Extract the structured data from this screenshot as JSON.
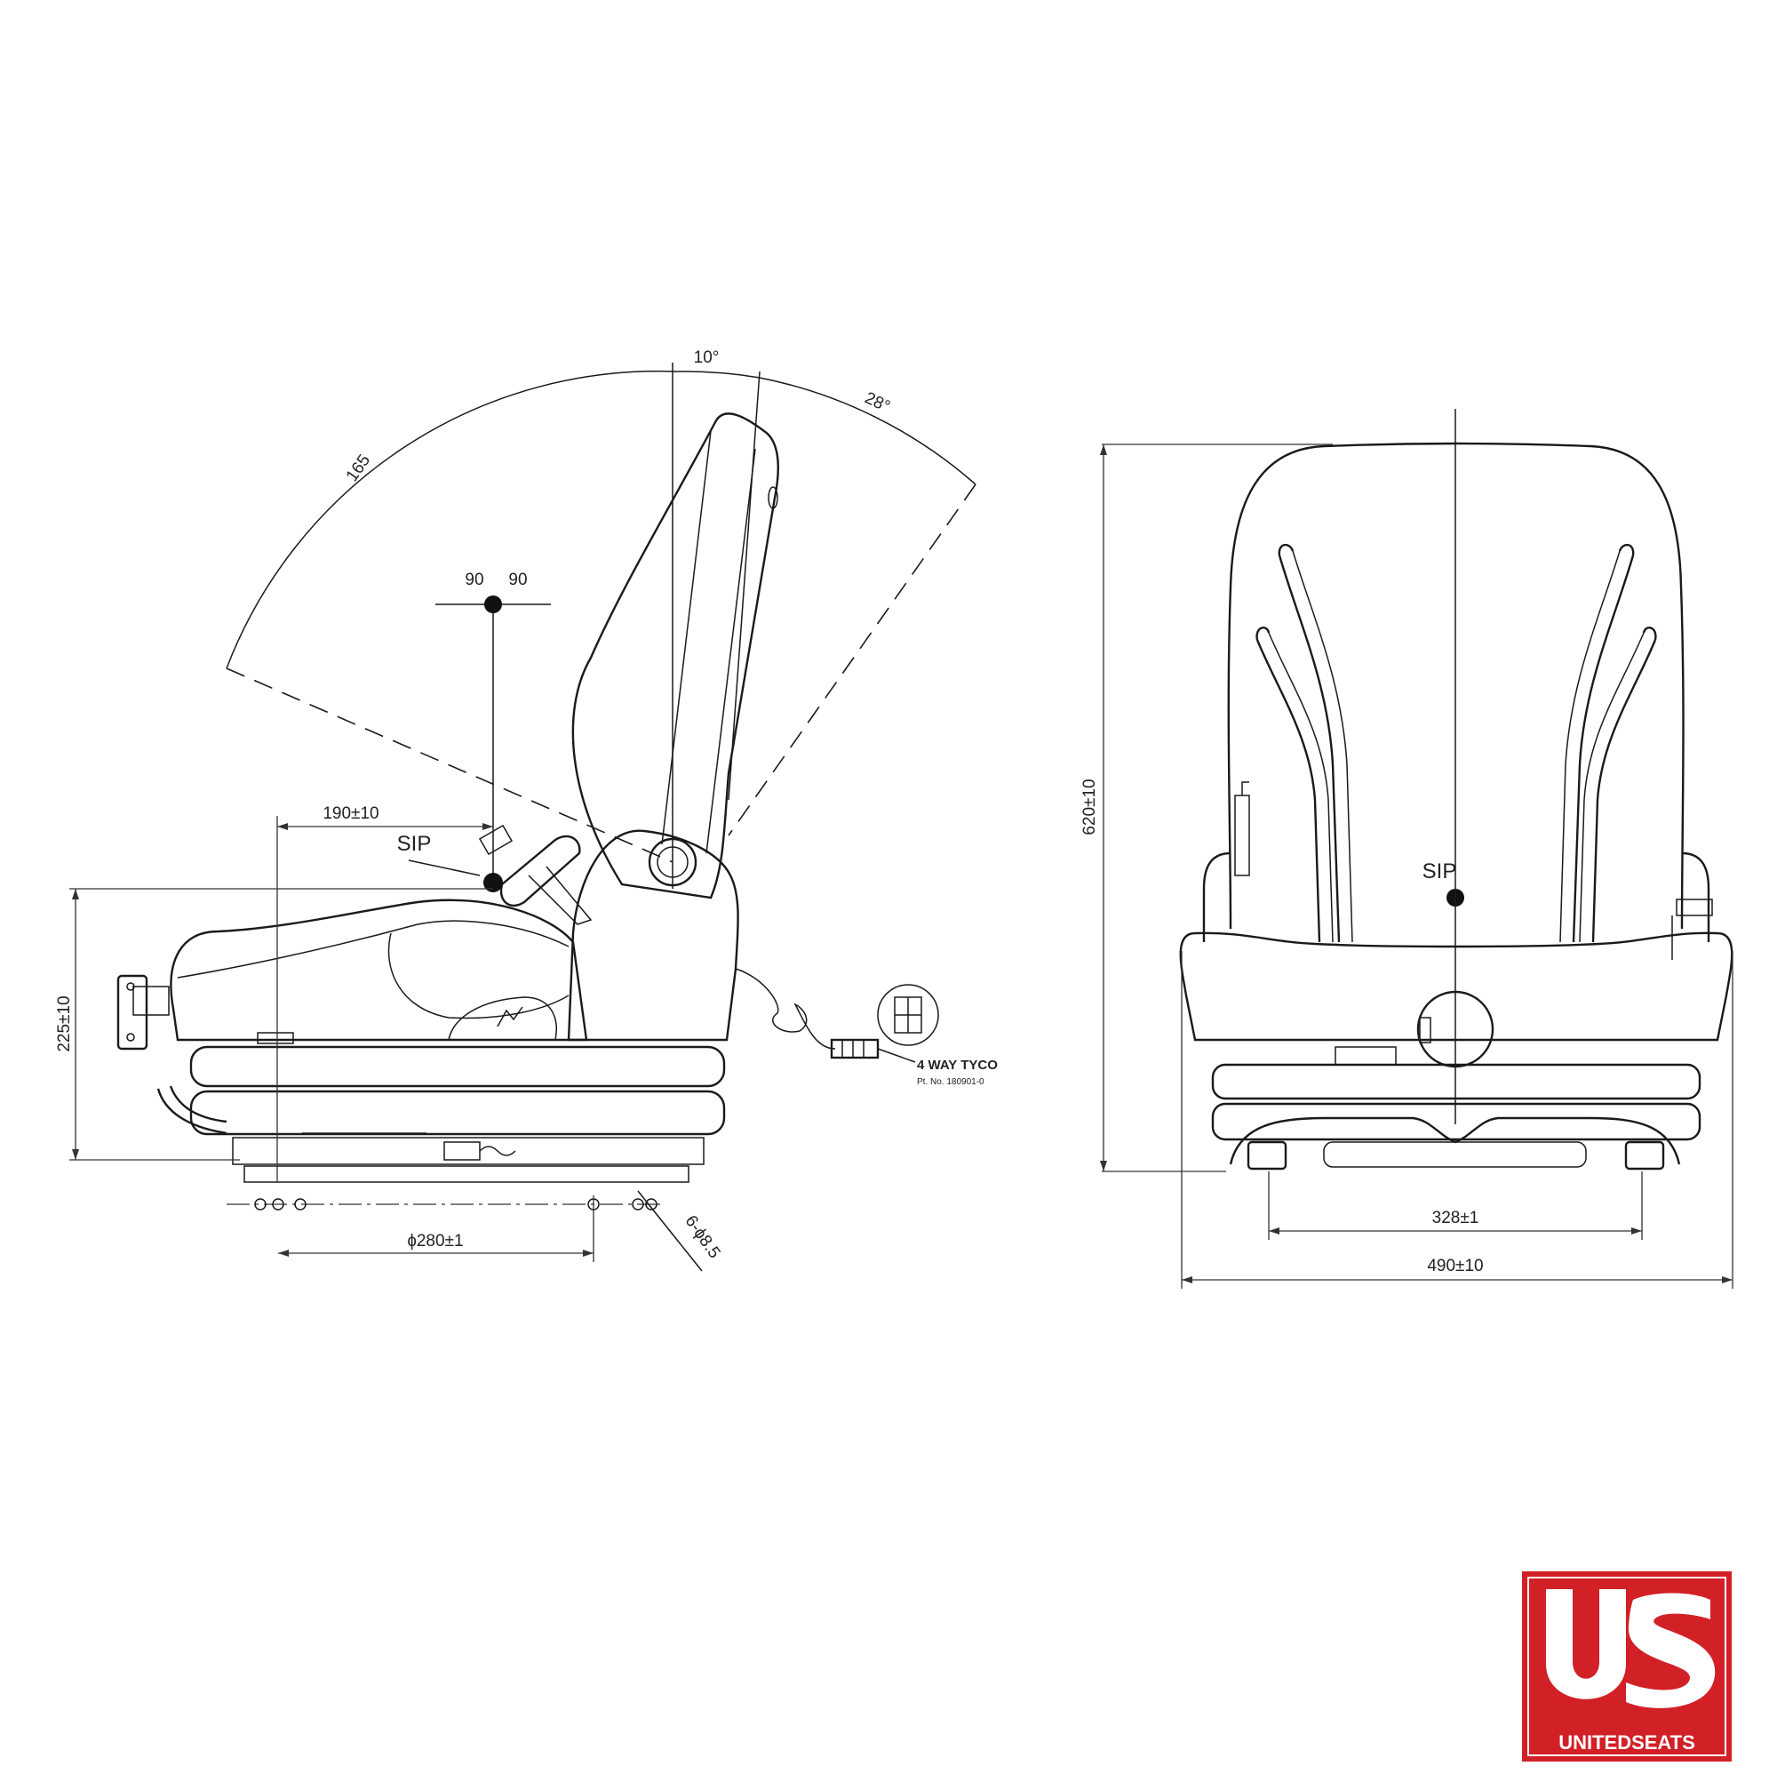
{
  "side_view": {
    "angle_upper": "10°",
    "angle_recline": "28°",
    "angle_arc": "165",
    "sip_offset_left": "90",
    "sip_offset_right": "90",
    "seat_offset": "190±10",
    "sip_label": "SIP",
    "height": "225±10",
    "hole_spacing": "ɸ280±1",
    "hole_spec": "6-ɸ8.5",
    "connector_label": "4 WAY TYCO",
    "connector_part": "Pt. No. 180901-0"
  },
  "front_view": {
    "height": "620±10",
    "sip_label": "SIP",
    "rail_spacing": "328±1",
    "width": "490±10"
  },
  "logo": {
    "mark": "US",
    "brand": "UNITEDSEATS",
    "colors": {
      "red": "#d22027",
      "white": "#ffffff"
    }
  }
}
